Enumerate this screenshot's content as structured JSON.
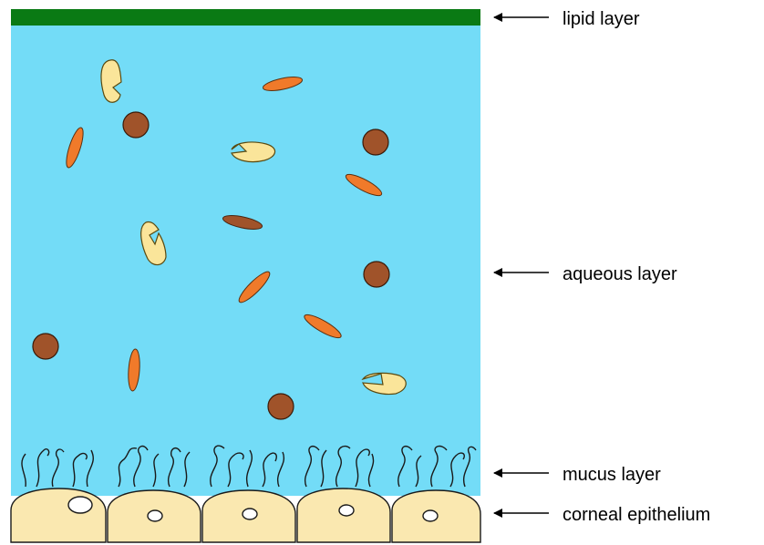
{
  "diagram": {
    "labels": {
      "lipid": "lipid layer",
      "aqueous": "aqueous layer",
      "mucus": "mucus layer",
      "corneal": "corneal epithelium"
    },
    "colors": {
      "lipid_layer": "#0a7a14",
      "aqueous_layer": "#73dcf7",
      "orange_particle": "#f07a2a",
      "brown_particle": "#a0532a",
      "yellow_particle": "#fae59a",
      "cell_fill": "#fae8b0",
      "mucus_strand": "#1a1a1a"
    },
    "epithelium_cell_count": 5
  }
}
